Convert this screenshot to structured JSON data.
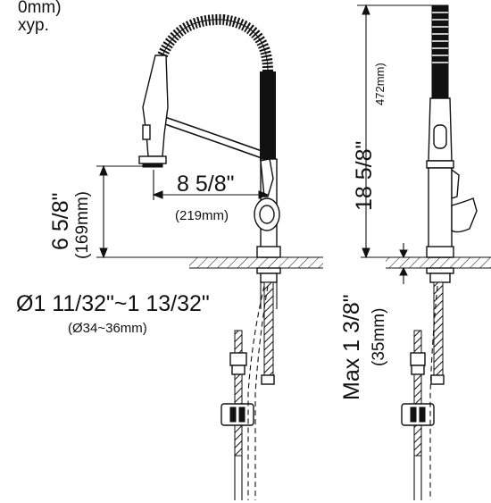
{
  "notes": {
    "line1": "0mm)",
    "line2": "xyp."
  },
  "dimensions": {
    "spout_reach": {
      "imperial": "8 5/8\"",
      "metric": "(219mm)"
    },
    "spout_height": {
      "imperial": "6 5/8\"",
      "metric": "(169mm)"
    },
    "hole_diameter": {
      "imperial": "Ø1 11/32\"~1 13/32\"",
      "metric": "(Ø34~36mm)"
    },
    "total_height": {
      "imperial": "18 5/8\"",
      "metric": "472mm)"
    },
    "deck_thickness": {
      "imperial": "Max 1 3/8\"",
      "metric": "(35mm)"
    }
  },
  "colors": {
    "ink": "#111111",
    "paper": "#ffffff"
  }
}
